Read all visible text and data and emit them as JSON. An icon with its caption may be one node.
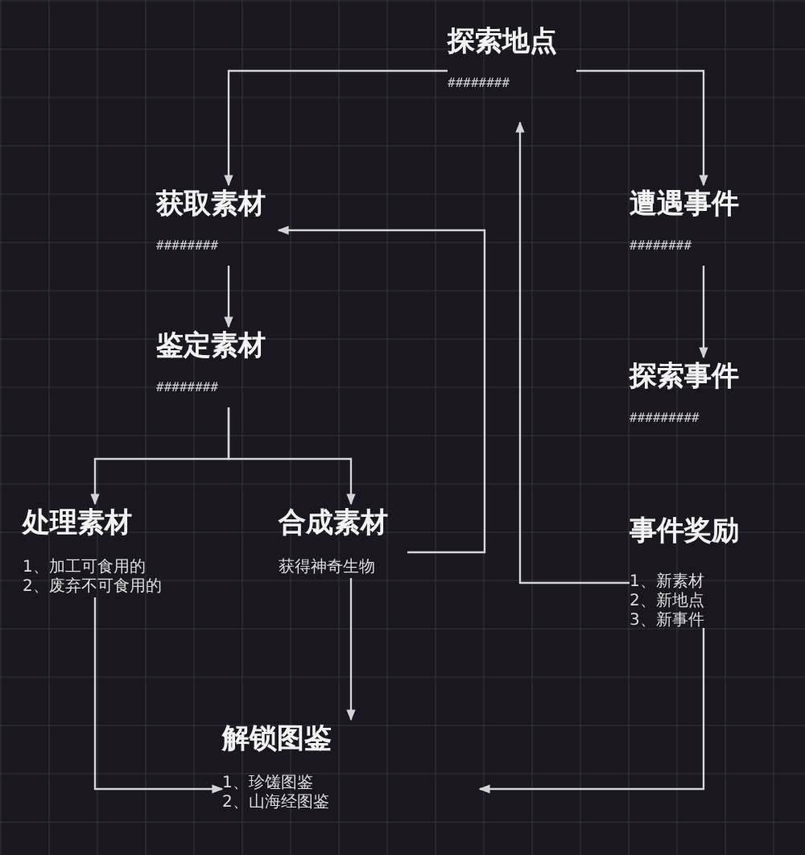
{
  "diagram": {
    "nodes": [
      {
        "text": [
          "探索地点",
          "########"
        ]
      },
      {
        "text": [
          "获取素材",
          "########"
        ]
      },
      {
        "text": [
          "遭遇事件",
          "########"
        ]
      },
      {
        "text": [
          "鉴定素材",
          "########"
        ]
      },
      {
        "text": [
          "探索事件",
          "#########"
        ]
      },
      {
        "text": [
          "处理素材",
          "1、加工可食用的",
          "2、废弃不可食用的"
        ]
      },
      {
        "text": [
          "合成素材",
          "获得神奇生物"
        ]
      },
      {
        "text": [
          "事件奖励",
          "1、新素材",
          "2、新地点",
          "3、新事件"
        ]
      },
      {
        "text": [
          "解锁图鉴",
          "1、珍馐图鉴",
          "2、山海经图鉴"
        ]
      }
    ],
    "edges": [
      {
        "from": 0,
        "to": 1,
        "arrow": "to"
      },
      {
        "from": 0,
        "to": 2,
        "arrow": "to"
      },
      {
        "from": 1,
        "to": 3,
        "arrow": "to"
      },
      {
        "from": 3,
        "to": 5,
        "arrow": "to"
      },
      {
        "from": 3,
        "to": 6,
        "arrow": "to"
      },
      {
        "from": 6,
        "to": 1,
        "arrow": "to"
      },
      {
        "from": 2,
        "to": 4,
        "arrow": "to"
      },
      {
        "from": 7,
        "to": 0,
        "arrow": "to"
      },
      {
        "from": 5,
        "to": 8,
        "arrow": "to"
      },
      {
        "from": 6,
        "to": 8,
        "arrow": "to"
      },
      {
        "from": 7,
        "to": 8,
        "arrow": "to"
      }
    ]
  }
}
